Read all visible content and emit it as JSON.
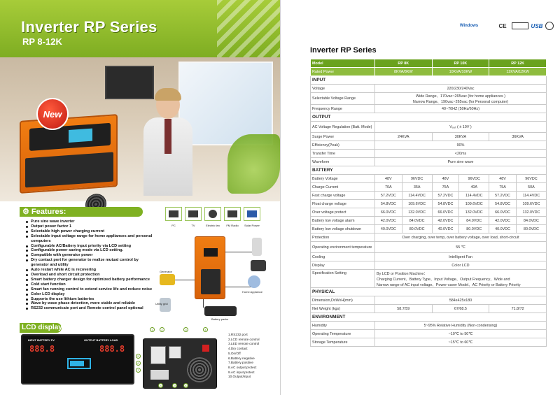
{
  "left": {
    "header": {
      "title": "Inverter RP Series",
      "subtitle": "RP 8-12K"
    },
    "new_badge": "New",
    "features_title": "Features:",
    "features": [
      "Pure sine wave inverter",
      "Output power factor 1",
      "Selectable high power charging current",
      "Selectable input voltage range for home appliances and personal computers",
      "Configurable AC/Battery input priority via LCD setting",
      "Configurable power saving mode via LCD setting.",
      "Compatible with generator power",
      "Dry contact port for generator to realize mutual control by generator and utility",
      "Auto restart while AC is recovering",
      "Overload and short circuit protection",
      "Smart battery charger design for optimized battery performance",
      "Cold start function",
      "Smart fan running control to extend service life and reduce noise",
      "Color LCD display",
      "Supports the use lithium batteries",
      "Wave by wave phase detection, more stable and reliable",
      "RS232 communicate port and Remote control panel optional"
    ],
    "appliances": [
      "PC",
      "TV",
      "Electric fan",
      "FM Radio",
      "Solar Power"
    ],
    "side_labels": {
      "generator": "Generator",
      "utility": "Utility grid",
      "appliances": "Home Appliance",
      "battery": "Battery packs"
    },
    "lcd_title": "LCD display:",
    "lcd": {
      "input_label": "INPUT BATTERY PV",
      "output_label": "OUTPUT BATTERY LOAD",
      "digits_left": "888.8",
      "digits_right": "888.8"
    },
    "markers": [
      "1",
      "2",
      "3",
      "4",
      "5",
      "6",
      "7",
      "8",
      "9",
      "10"
    ],
    "rear_legend": [
      "1.RS232 port",
      "2.LCD remote control",
      "3.LED remote control",
      "4.Dry contact",
      "5.On/Off",
      "6.Battery negative",
      "7.Battery positive",
      "8.AC output protect",
      "9.AC input protect",
      "10.Output/input"
    ]
  },
  "right": {
    "logos": [
      "Windows",
      "CE",
      "USB"
    ],
    "title": "Inverter RP Series",
    "header": {
      "label": "Model",
      "models": [
        "RP 8K",
        "RP 10K",
        "RP 12K"
      ]
    },
    "rated": {
      "label": "Rated Power",
      "values": [
        "8KVA/8KW",
        "10KVA/10KW",
        "12KVA/12KW"
      ]
    },
    "input_section": "INPUT",
    "voltage": {
      "label": "Voltage",
      "value": "220/230/240Vac"
    },
    "sel_range": {
      "label": "Selectable Voltage Range",
      "line1": "Wide Range、170vac~265vac (for home appliances )",
      "line2": "Narrow Range、190vac~265vac (for Personal computer)"
    },
    "freq": {
      "label": "Frequency Range",
      "value": "40~70HZ (50Hz/60Hz)"
    },
    "output_section": "OUTPUT",
    "ac_reg": {
      "label": "AC Voltage Regulation (Batt. Mode)",
      "value": "Vₒᵤₜ ( ± 10V )"
    },
    "surge": {
      "label": "Surge Power",
      "values": [
        "24KVA",
        "30KVA",
        "36KVA"
      ]
    },
    "eff": {
      "label": "Efficiency(Peak)",
      "value": "90%"
    },
    "transfer": {
      "label": "Transfer Time",
      "value": "<20ms"
    },
    "waveform": {
      "label": "Waveform",
      "value": "Pure sine wave"
    },
    "battery_section": "BATTERY",
    "battery_rows": [
      {
        "label": "Battery Voltage",
        "values": [
          "48V",
          "96VDC",
          "48V",
          "96VDC",
          "48V",
          "96VDC"
        ]
      },
      {
        "label": "Charge Current",
        "values": [
          "70A",
          "35A",
          "75A",
          "40A",
          "75A",
          "50A"
        ]
      },
      {
        "label": "Fast charge voltage",
        "values": [
          "57.2VDC",
          "114.4VDC",
          "57.2VDC",
          "114.4VDC",
          "57.2VDC",
          "114.4VDC"
        ]
      },
      {
        "label": "Float charge voltage",
        "values": [
          "54.8VDC",
          "109.6VDC",
          "54.8VDC",
          "109.6VDC",
          "54.8VDC",
          "109.6VDC"
        ]
      },
      {
        "label": "Over voltage protect",
        "values": [
          "66.0VDC",
          "132.0VDC",
          "66.0VDC",
          "132.0VDC",
          "66.0VDC",
          "132.0VDC"
        ]
      },
      {
        "label": "Battery low voltage alarm",
        "values": [
          "42.0VDC",
          "84.0VDC",
          "42.0VDC",
          "84.0VDC",
          "42.0VDC",
          "84.0VDC"
        ]
      },
      {
        "label": "Battery low voltage shutdown",
        "values": [
          "40.0VDC",
          "80.0VDC",
          "40.0VDC",
          "80.0VDC",
          "40.0VDC",
          "80.0VDC"
        ]
      }
    ],
    "protection": {
      "label": "Protection",
      "value": "Over charging, over temp, over battery voltage, over load, short-circuit"
    },
    "op_env": {
      "label": "Operating environment temperature",
      "value": "55 ℃"
    },
    "cooling": {
      "label": "Cooling",
      "value": "Intelligent Fan"
    },
    "display": {
      "label": "Display",
      "value": "Color LCD"
    },
    "spec_setting": {
      "label": "Specification Setting",
      "line1": "By LCD or Position Machine：",
      "line2": "Charging Current、Battery Type、Input Voltage、Output Frequency、Wide and",
      "line3": "Narrow range of AC input voltage、Power-saver Model、AC Priority or Battery Priority"
    },
    "physical_section": "PHYSICAL",
    "dimension": {
      "label": "Dimension,DxWxH(mm)",
      "value": "584x425x180"
    },
    "net_weight": {
      "label": "Net Weight (kgs)",
      "values": [
        "58.7/59",
        "67/68.5",
        "71.8/72"
      ]
    },
    "environment_section": "ENVIRONMENT",
    "humidity": {
      "label": "Humidity",
      "value": "5~95% Relative Humidity (Non-condensing)"
    },
    "op_temp": {
      "label": "Operating Temperature",
      "value": "~10℃ to 50℃"
    },
    "storage": {
      "label": "Storage Temperature",
      "value": "~15℃ to 60℃"
    }
  }
}
